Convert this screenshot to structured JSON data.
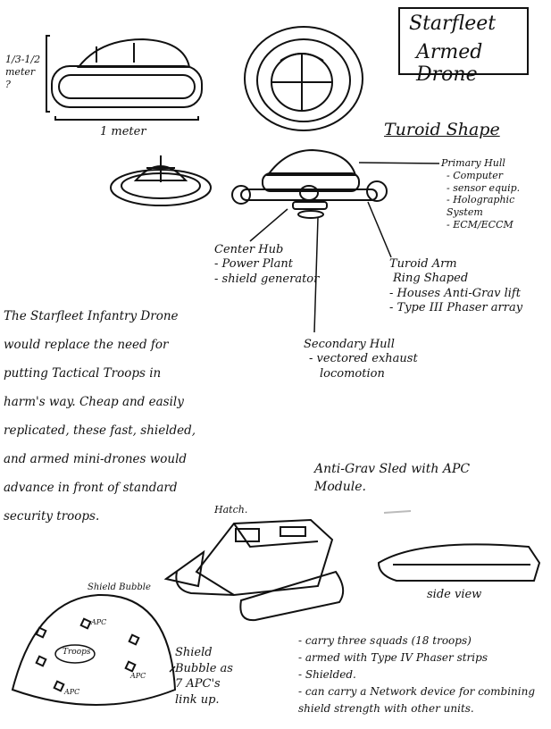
{
  "title": {
    "line1": "Starfleet",
    "line2": "Armed Drone"
  },
  "scale": {
    "height_label": "1/3-1/2\nmeter\n?",
    "width_label": "1 meter"
  },
  "turoid_heading": "Turoid Shape",
  "primary_hull": {
    "label": "Primary Hull",
    "items": [
      "- Computer",
      "- sensor equip.",
      "- Holographic System",
      "- ECM/ECCM"
    ]
  },
  "center_hub": {
    "label": "Center Hub",
    "items": [
      "- Power Plant",
      "- shield generator"
    ]
  },
  "turoid_arm": {
    "label": "Turoid Arm",
    "items": [
      "Ring Shaped",
      "- Houses Anti-Grav lift",
      "- Type III Phaser array"
    ]
  },
  "secondary_hull": {
    "label": "Secondary Hull",
    "items": [
      "- vectored exhaust",
      "locomotion"
    ]
  },
  "description": "The Starfleet Infantry Drone would replace the need for putting Tactical Troops in harm's way. Cheap and easily replicated, these fast, shielded, and armed mini-drones would advance in front of standard security troops.",
  "sled_heading": "Anti-Grav Sled with APC Module.",
  "hatch_label": "Hatch.",
  "side_view_label": "side view",
  "shield_bubble": {
    "label": "Shield Bubble",
    "troops": "Troops",
    "apc": "APC",
    "caption": "Shield Bubble as 7 APC's link up."
  },
  "sled_notes": [
    "- carry three squads (18 troops)",
    "- armed with Type IV Phaser strips",
    "- Shielded.",
    "- can carry a Network device for combining shield strength with other units."
  ]
}
